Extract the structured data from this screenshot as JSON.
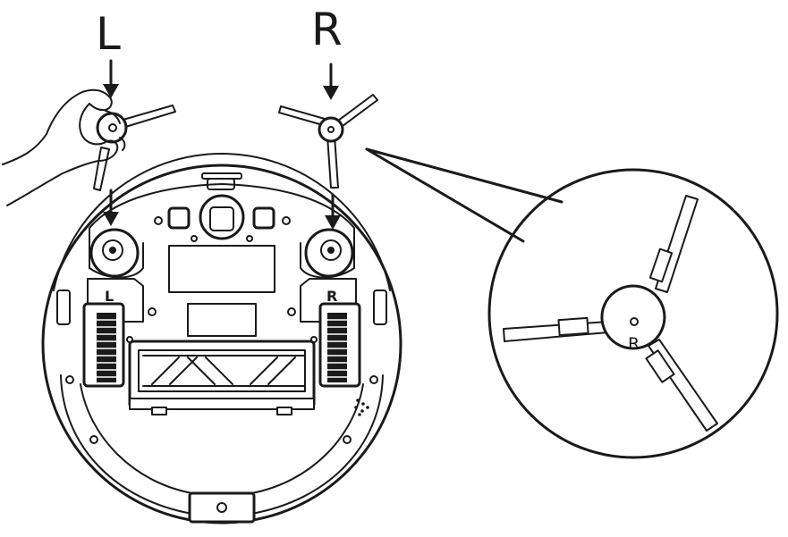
{
  "labels": {
    "left_brush_top": "L",
    "right_brush_top": "R",
    "left_mount": "L",
    "right_mount": "R",
    "zoom_brush": "R"
  },
  "colors": {
    "line": "#1a1a1a",
    "background": "#ffffff"
  }
}
